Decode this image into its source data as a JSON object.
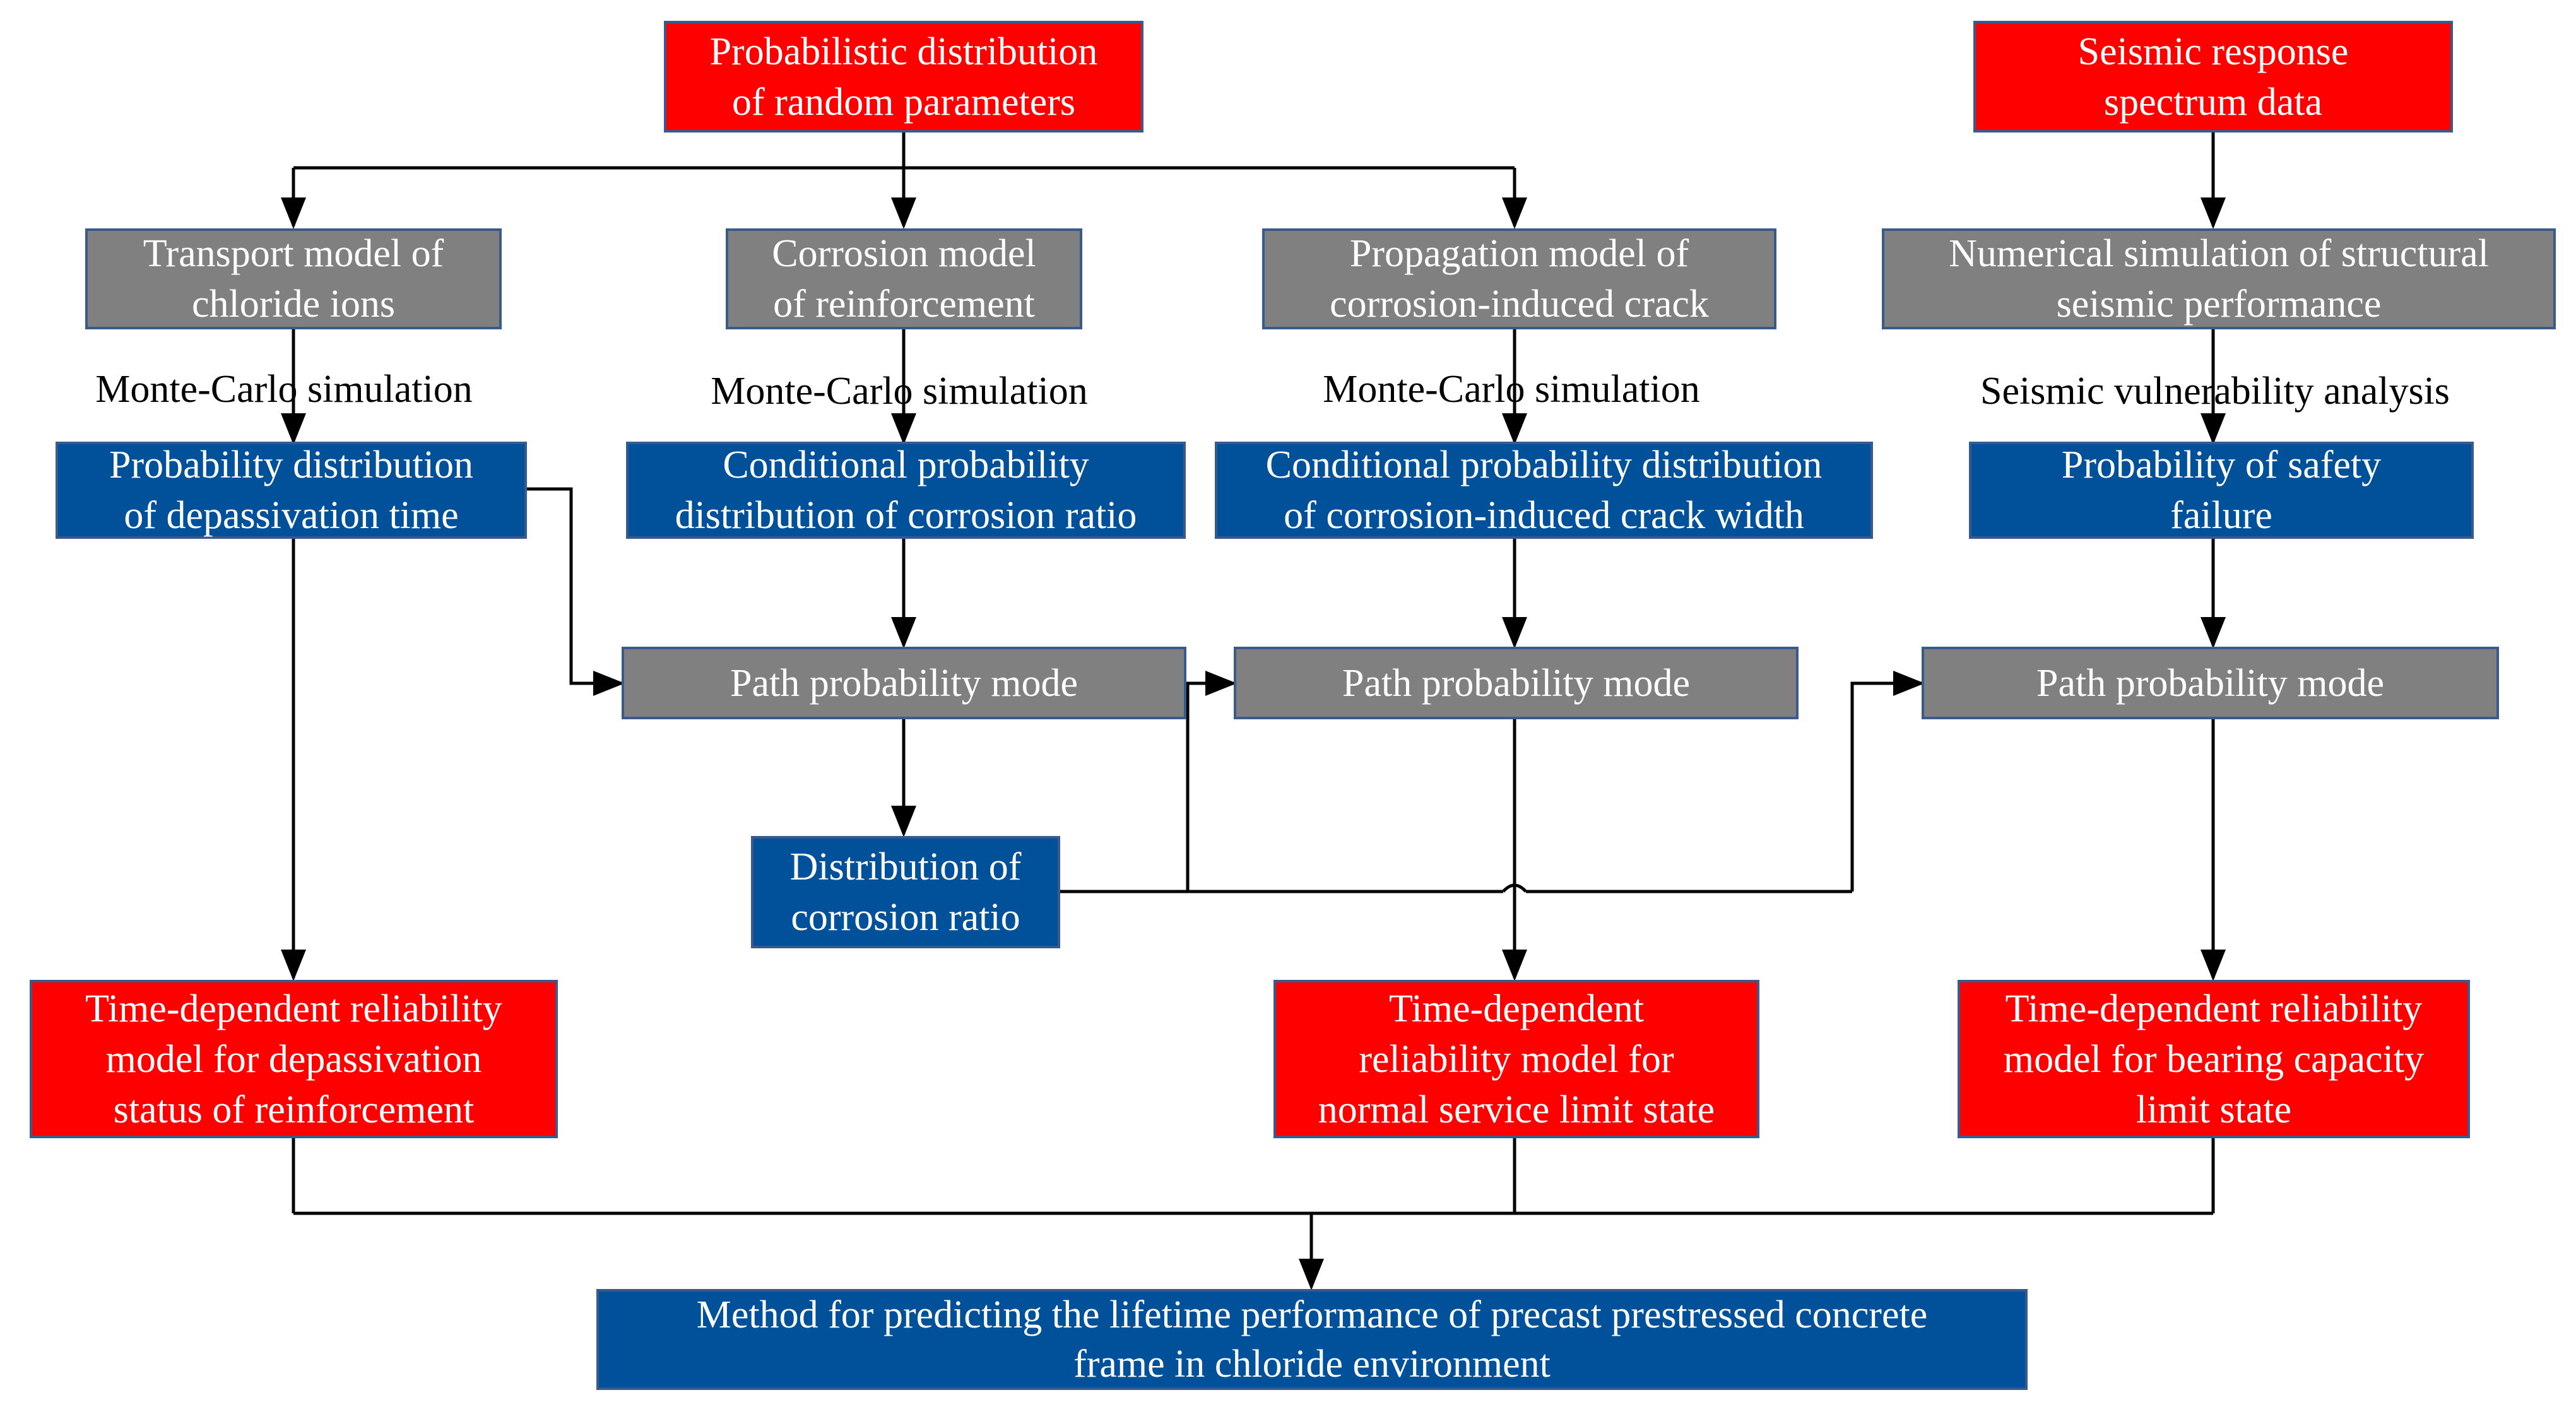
{
  "nodes": {
    "random_params": "Probabilistic distribution\nof random parameters",
    "seismic_data": "Seismic response\nspectrum data",
    "transport_model": "Transport model of\nchloride ions",
    "corrosion_model": "Corrosion model\nof reinforcement",
    "propagation_model": "Propagation model of\ncorrosion-induced crack",
    "numerical_sim": "Numerical simulation of structural\nseismic performance",
    "prob_depassivation": "Probability distribution\nof depassivation time",
    "cond_corrosion": "Conditional probability\ndistribution of corrosion ratio",
    "cond_crack": "Conditional probability distribution\nof corrosion-induced crack width",
    "prob_safety": "Probability of safety\nfailure",
    "path_mode_1": "Path probability mode",
    "path_mode_2": "Path probability mode",
    "path_mode_3": "Path probability mode",
    "dist_corrosion": "Distribution of\ncorrosion ratio",
    "rel_depassivation": "Time-dependent reliability\nmodel for depassivation\nstatus of reinforcement",
    "rel_service": "Time-dependent\nreliability model for\nnormal service limit state",
    "rel_bearing": "Time-dependent reliability\nmodel for bearing capacity\nlimit state",
    "method": "Method for predicting the lifetime performance of precast prestressed concrete\nframe in chloride environment"
  },
  "edge_labels": {
    "mc_1": "Monte-Carlo simulation",
    "mc_2": "Monte-Carlo simulation",
    "mc_3": "Monte-Carlo simulation",
    "seismic_vuln": "Seismic vulnerability analysis"
  },
  "colors": {
    "red": "#ff0000",
    "gray": "#808080",
    "blue": "#00519a",
    "border": "#3a5a8c",
    "line": "#000000"
  }
}
